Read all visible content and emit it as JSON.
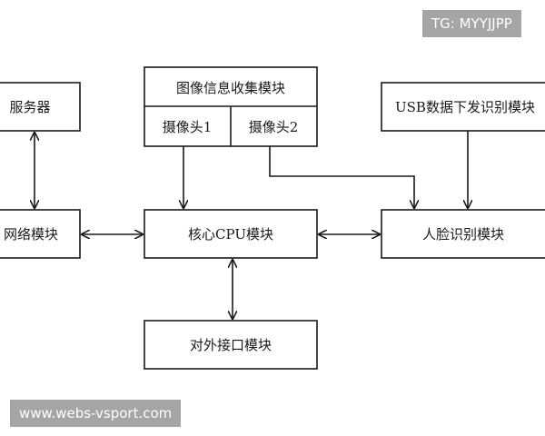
{
  "nodes": {
    "server": "服务器",
    "image_collection": "图像信息收集模块",
    "camera1": "摄像头1",
    "camera2": "摄像头2",
    "usb_dispatch": "USB数据下发识别模块",
    "network": "网络模块",
    "core_cpu": "核心CPU模块",
    "face_recognition": "人脸识别模块",
    "external_interface": "对外接口模块"
  },
  "watermarks": {
    "top": "TG: MYYJJPP",
    "bottom": "www.webs-vsport.com"
  },
  "colors": {
    "line": "#1a1a1a",
    "background": "#ffffff",
    "watermark_bg": "#8c8c8c",
    "watermark_text": "#ffffff"
  }
}
